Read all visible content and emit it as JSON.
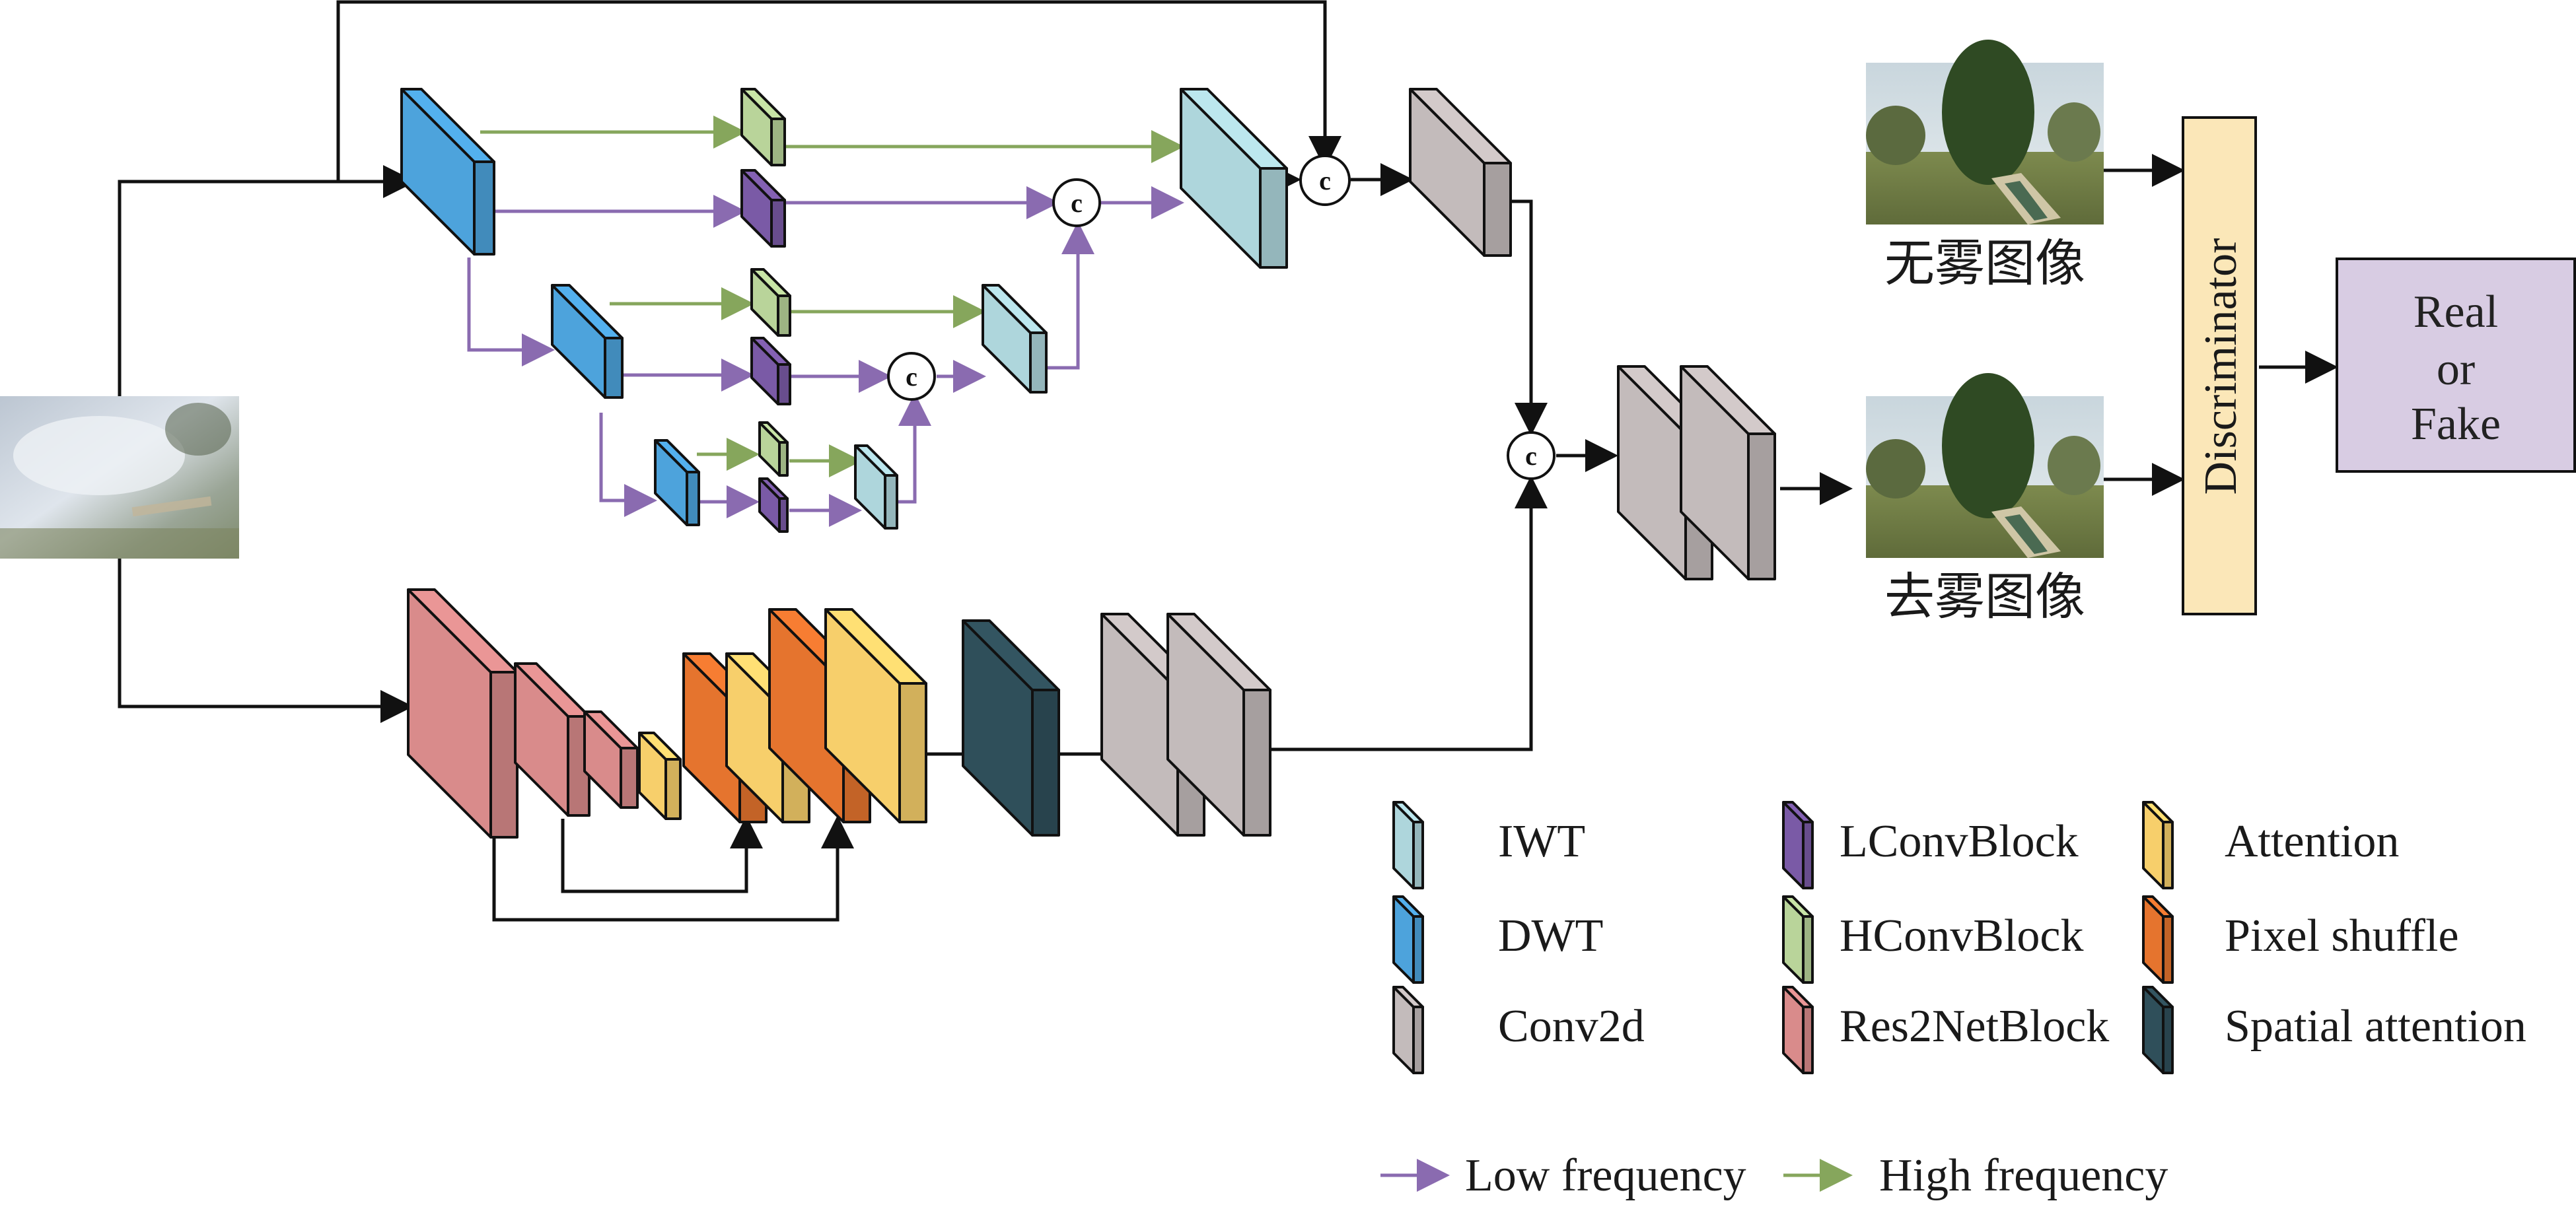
{
  "labels": {
    "clear_image": "无雾图像",
    "dehazed_image": "去雾图像",
    "discriminator": "Discriminator",
    "output": [
      "Real",
      "or",
      "Fake"
    ],
    "concat": "c"
  },
  "legend": {
    "items": [
      {
        "label": "IWT",
        "color": "#aed6dc"
      },
      {
        "label": "DWT",
        "color": "#4da3dc"
      },
      {
        "label": "Conv2d",
        "color": "#c3bbbb"
      },
      {
        "label": "LConvBlock",
        "color": "#7a5aa6"
      },
      {
        "label": "HConvBlock",
        "color": "#b9d49a"
      },
      {
        "label": "Res2NetBlock",
        "color": "#d98b8b"
      },
      {
        "label": "Attention",
        "color": "#f7cf6b"
      },
      {
        "label": "Pixel shuffle",
        "color": "#e5742e"
      },
      {
        "label": "Spatial attention",
        "color": "#2f4f5a"
      }
    ],
    "arrows": [
      {
        "label": "Low frequency",
        "color": "#8a6bb0"
      },
      {
        "label": "High frequency",
        "color": "#86a65c"
      }
    ]
  },
  "colors": {
    "iwt": "#aed6dc",
    "dwt": "#4da3dc",
    "conv": "#c3bbbb",
    "lconv": "#7a5aa6",
    "hconv": "#b9d49a",
    "res2net": "#d98b8b",
    "attention": "#f7cf6b",
    "pixel_shuffle": "#e5742e",
    "spatial_attention": "#2f4f5a",
    "discriminator_fill": "#fbe7b8",
    "output_fill": "#d8cce3",
    "low_arrow": "#8a6bb0",
    "high_arrow": "#86a65c"
  }
}
